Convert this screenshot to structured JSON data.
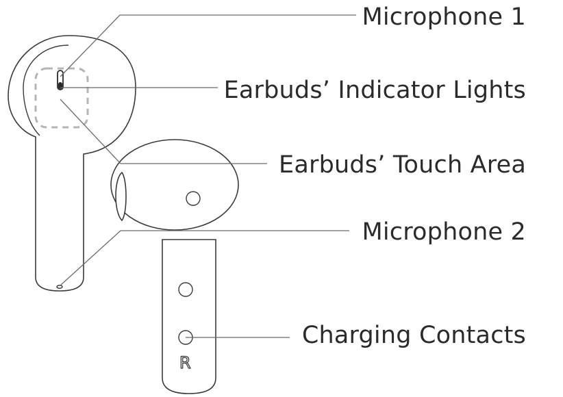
{
  "callouts": {
    "microphone_1": "Microphone 1",
    "indicator_lights": "Earbuds’ Indicator Lights",
    "touch_area": "Earbuds’ Touch Area",
    "microphone_2": "Microphone 2",
    "charging_contacts": "Charging Contacts"
  },
  "side_mark": "R"
}
